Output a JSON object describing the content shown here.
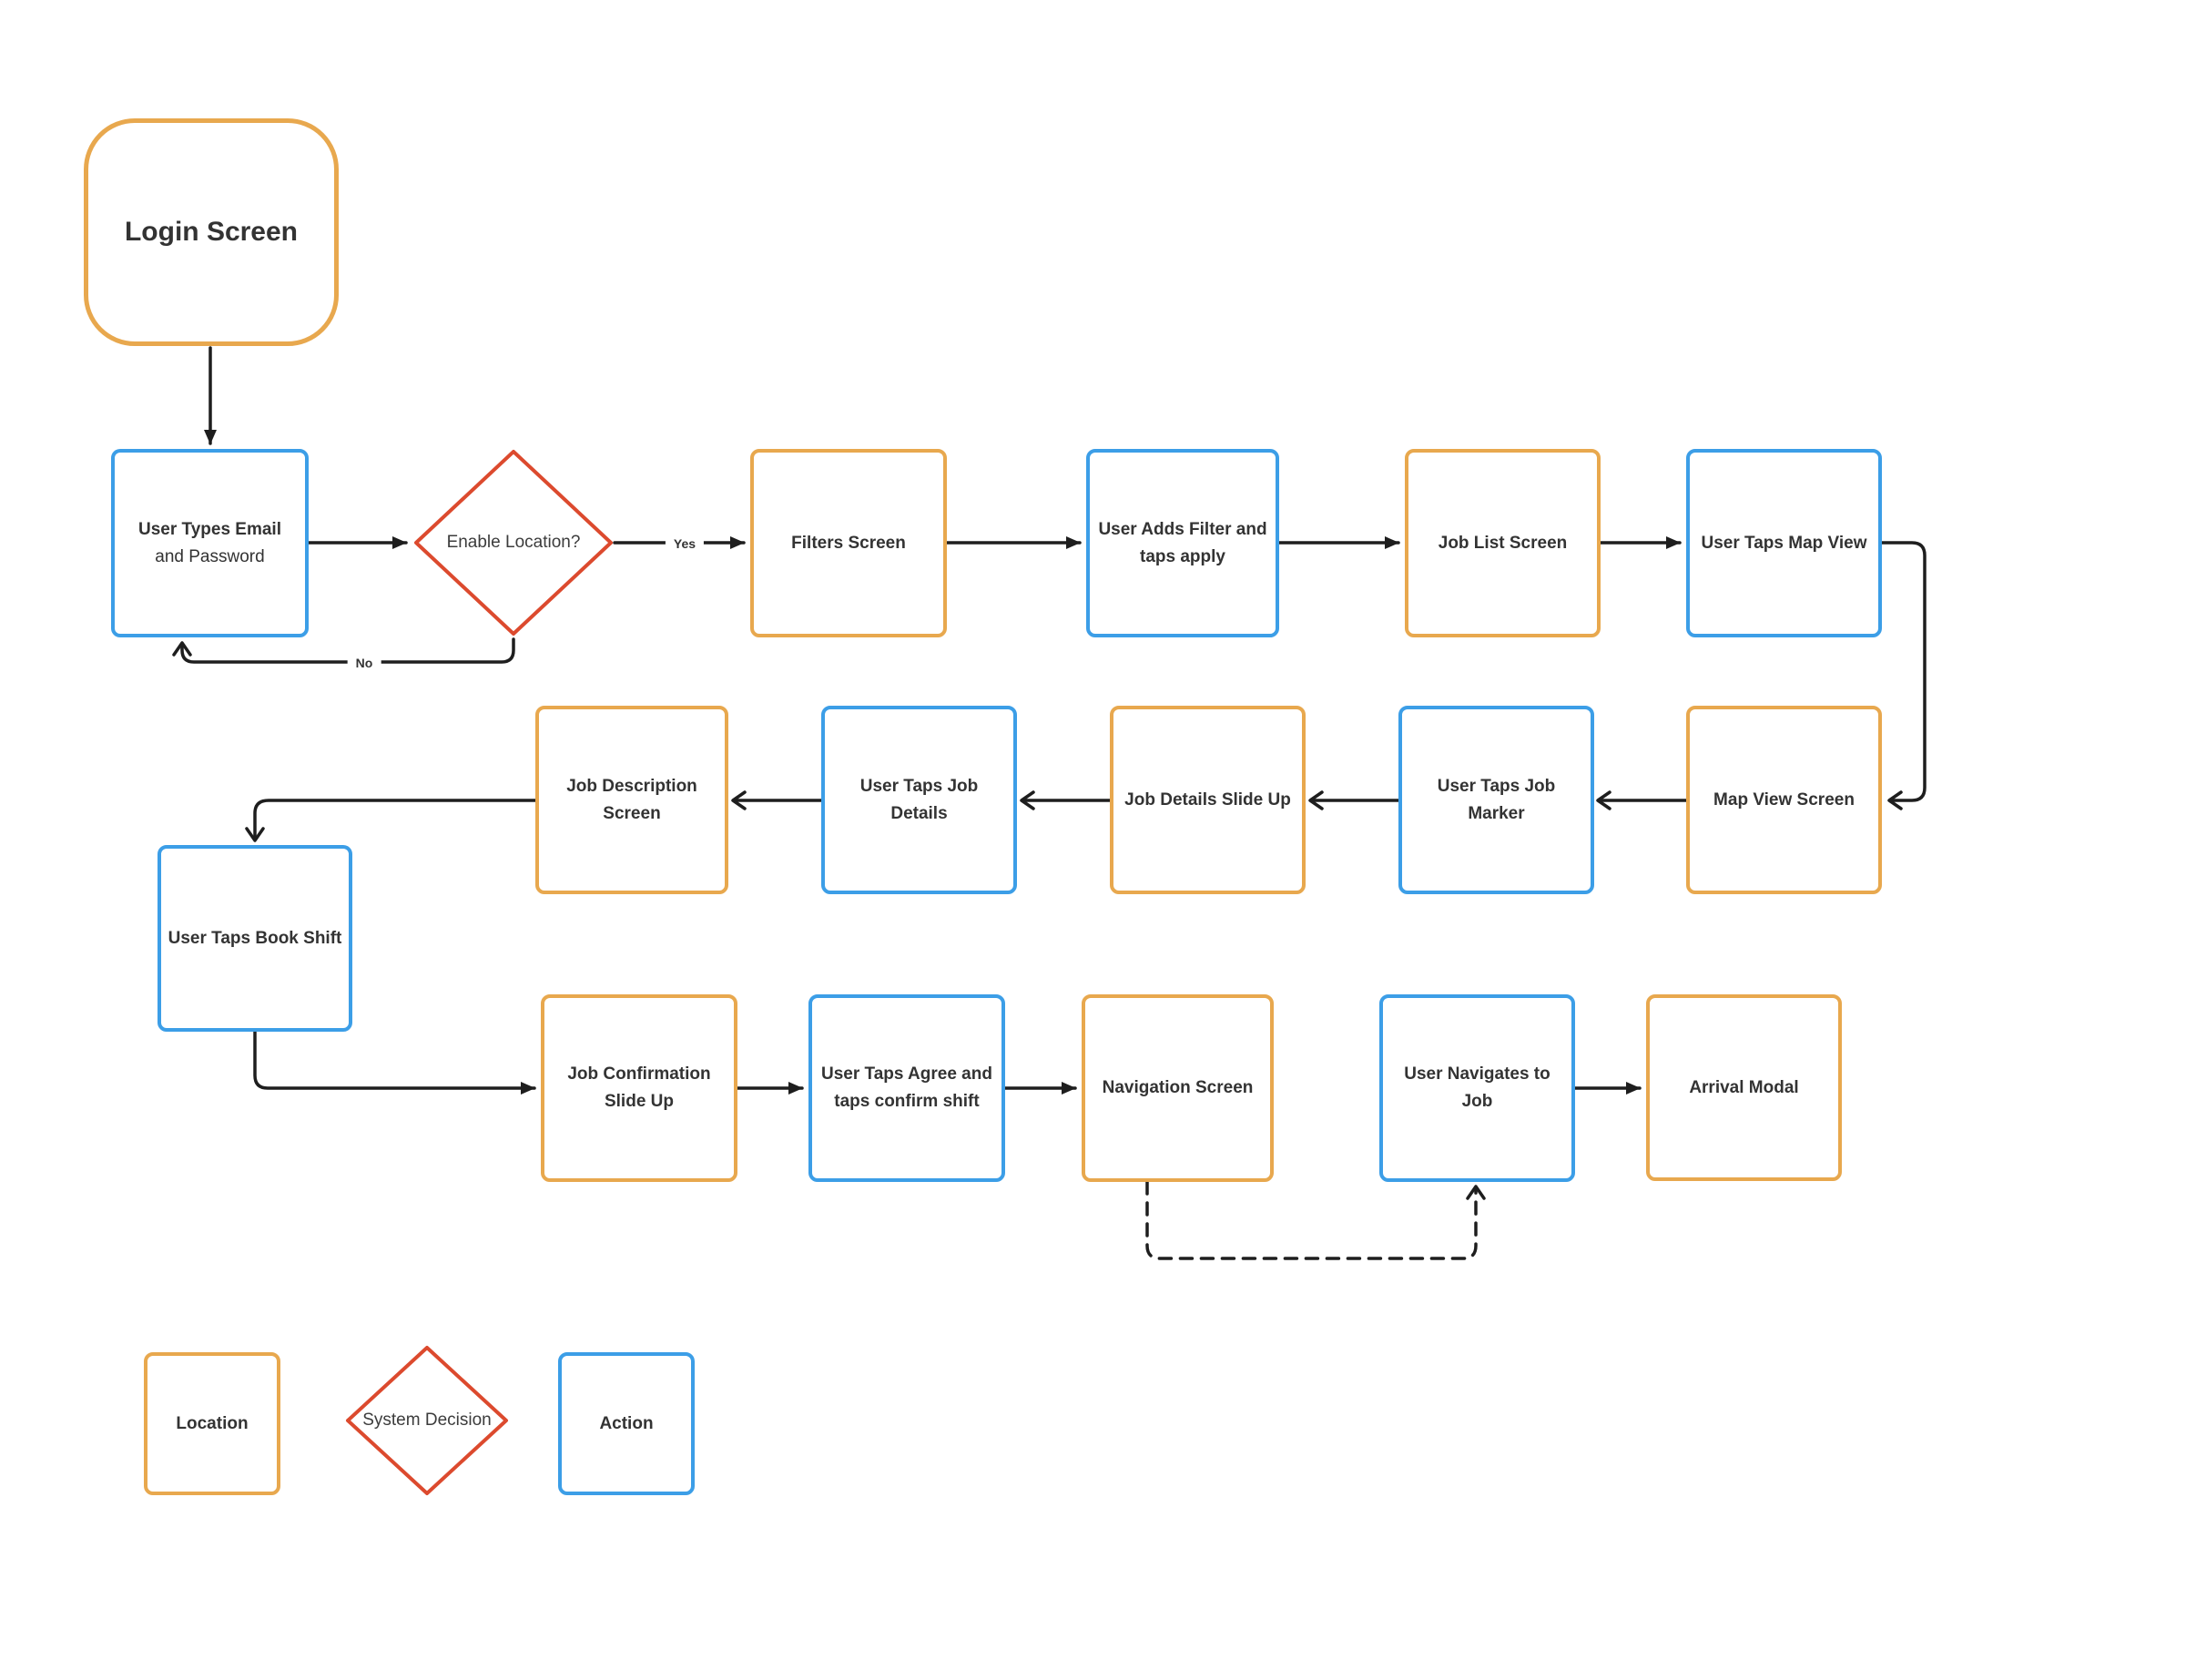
{
  "colors": {
    "location_border": "#E8A84E",
    "action_border": "#3C9EE7",
    "decision_border": "#DC4A2E",
    "connector": "#1E1E1E"
  },
  "nodes": {
    "login": {
      "type": "location",
      "lines": [
        "Login Screen"
      ]
    },
    "user_types_email": {
      "type": "action",
      "lines": [
        "User Types Email",
        "and Password"
      ]
    },
    "enable_location": {
      "type": "decision",
      "lines": [
        "Enable",
        "Location?"
      ]
    },
    "filters_screen": {
      "type": "location",
      "lines": [
        "Filters Screen"
      ]
    },
    "user_adds_filter": {
      "type": "action",
      "lines": [
        "User Adds Filter and",
        "taps apply"
      ]
    },
    "job_list": {
      "type": "location",
      "lines": [
        "Job List Screen"
      ]
    },
    "user_taps_map_view": {
      "type": "action",
      "lines": [
        "User Taps Map View"
      ]
    },
    "map_view_screen": {
      "type": "location",
      "lines": [
        "Map View Screen"
      ]
    },
    "user_taps_job_marker": {
      "type": "action",
      "lines": [
        "User Taps Job",
        "Marker"
      ]
    },
    "job_details_slide_up": {
      "type": "location",
      "lines": [
        "Job Details Slide Up"
      ]
    },
    "user_taps_job_details": {
      "type": "action",
      "lines": [
        "User Taps Job",
        "Details"
      ]
    },
    "job_description_screen": {
      "type": "location",
      "lines": [
        "Job Description",
        "Screen"
      ]
    },
    "user_taps_book_shift": {
      "type": "action",
      "lines": [
        "User Taps Book Shift"
      ]
    },
    "job_confirmation": {
      "type": "location",
      "lines": [
        "Job Confirmation",
        "Slide Up"
      ]
    },
    "user_taps_agree": {
      "type": "action",
      "lines": [
        "User Taps Agree and",
        "taps confirm shift"
      ]
    },
    "navigation_screen": {
      "type": "location",
      "lines": [
        "Navigation Screen"
      ]
    },
    "user_navigates": {
      "type": "action",
      "lines": [
        "User Navigates to",
        "Job"
      ]
    },
    "arrival_modal": {
      "type": "location",
      "lines": [
        "Arrival Modal"
      ]
    }
  },
  "edge_labels": {
    "yes": "Yes",
    "no": "No"
  },
  "legend": {
    "location": {
      "lines": [
        "Location"
      ]
    },
    "decision": {
      "lines": [
        "System",
        "Decision"
      ]
    },
    "action": {
      "lines": [
        "Action"
      ]
    }
  }
}
